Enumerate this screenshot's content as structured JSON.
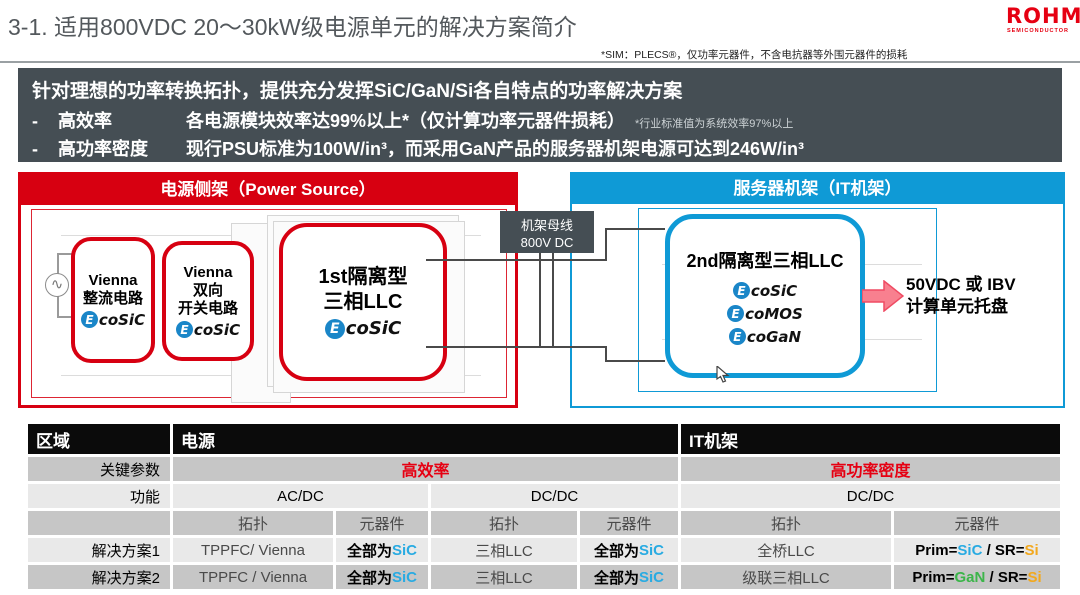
{
  "page": {
    "title": "3-1. 适用800VDC 20～30kW级电源单元的解决方案简介",
    "note": "*SIM：PLECS®，仅功率元器件，不含电抗器等外围元器件的损耗"
  },
  "logo": {
    "name": "ROHM",
    "subtitle": "SEMICONDUCTOR"
  },
  "summary": {
    "headline": "针对理想的功率转换拓扑，提供充分发挥SiC/GaN/Si各自特点的功率解决方案",
    "bullets": [
      {
        "dash": "-",
        "label": "高效率",
        "text": "各电源模块效率达99%以上*（仅计算功率元器件损耗）",
        "note": "*行业标准值为系统效率97%以上"
      },
      {
        "dash": "-",
        "label": "高功率密度",
        "text": "现行PSU标准为100W/in³，而采用GaN产品的服务器机架电源可达到246W/in³",
        "note": ""
      }
    ]
  },
  "diagram": {
    "power_box": {
      "title": "电源侧架（Power Source）",
      "block1": {
        "line1": "Vienna",
        "line2": "整流电路",
        "logo": {
          "initial": "E",
          "rest": "coSiC"
        }
      },
      "block2": {
        "line1": "Vienna",
        "line2": "双向",
        "line3": "开关电路",
        "logo": {
          "initial": "E",
          "rest": "coSiC"
        }
      },
      "block3": {
        "line1": "1st隔离型",
        "line2": "三相LLC",
        "logo": {
          "initial": "E",
          "rest": "coSiC"
        }
      },
      "ac_symbol": "∿"
    },
    "bus_box": {
      "line1": "机架母线",
      "line2": "800V DC"
    },
    "it_box": {
      "title": "服务器机架（IT机架）",
      "block": {
        "title": "2nd隔离型三相LLC",
        "logos": [
          {
            "initial": "E",
            "rest": "coSiC"
          },
          {
            "initial": "E",
            "rest": "coMOS"
          },
          {
            "initial": "E",
            "rest": "coGaN"
          }
        ]
      },
      "output": {
        "line1": "50VDC 或 IBV",
        "line2": "计算单元托盘"
      }
    }
  },
  "table": {
    "headers": {
      "region": "区域",
      "power": "电源",
      "it": "IT机架"
    },
    "key_params": {
      "label": "关键参数",
      "power": "高效率",
      "it": "高功率密度"
    },
    "functions": {
      "label": "功能",
      "acdc": "AC/DC",
      "dcdc": "DC/DC",
      "it_dcdc": "DC/DC"
    },
    "subheaders": {
      "topo1": "拓扑",
      "comp1": "元器件",
      "topo2": "拓扑",
      "comp2": "元器件",
      "topo3": "拓扑",
      "comp3": "元器件"
    },
    "solutions": [
      {
        "label": "解决方案1",
        "acdc_topo": "TPPFC/ Vienna",
        "acdc_comp_prefix": "全部为",
        "acdc_comp_mat": "SiC",
        "dcdc_topo": "三相LLC",
        "dcdc_comp_prefix": "全部为",
        "dcdc_comp_mat": "SiC",
        "it_topo": "全桥LLC",
        "it_prim_label": "Prim=",
        "it_prim_mat": "SiC",
        "it_sep": " / ",
        "it_sr_label": "SR=",
        "it_sr_mat": "Si"
      },
      {
        "label": "解决方案2",
        "acdc_topo": "TPPFC / Vienna",
        "acdc_comp_prefix": "全部为",
        "acdc_comp_mat": "SiC",
        "dcdc_topo": "三相LLC",
        "dcdc_comp_prefix": "全部为",
        "dcdc_comp_mat": "SiC",
        "it_topo": "级联三相LLC",
        "it_prim_label": "Prim=",
        "it_prim_mat": "GaN",
        "it_sep": " / ",
        "it_sr_label": "SR=",
        "it_sr_mat": "Si"
      }
    ]
  },
  "colors": {
    "rohm_red": "#e60012",
    "accent_red": "#d70011",
    "accent_blue": "#0f9ad6",
    "dark_slate": "#454e54",
    "table_red": "#e60012",
    "sic_blue": "#29abe2",
    "gan_green": "#3cb54a",
    "si_orange": "#f2a81d",
    "eco_circle": "#1a86c8"
  }
}
